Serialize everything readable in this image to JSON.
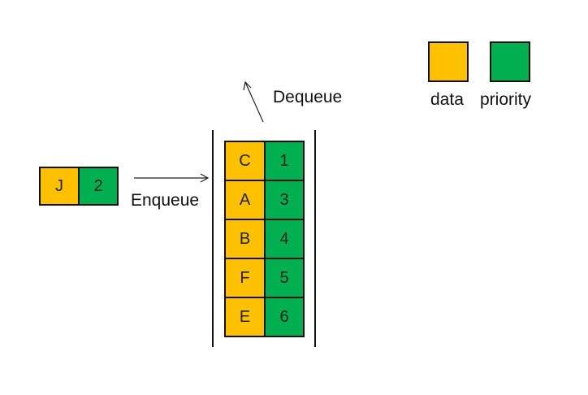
{
  "colors": {
    "data": "#FFC000",
    "priority": "#00B050",
    "stroke": "#111111"
  },
  "legend": {
    "data_label": "data",
    "priority_label": "priority"
  },
  "incoming": {
    "data": "J",
    "priority": "2"
  },
  "labels": {
    "enqueue": "Enqueue",
    "dequeue": "Dequeue"
  },
  "queue": [
    {
      "data": "C",
      "priority": "1"
    },
    {
      "data": "A",
      "priority": "3"
    },
    {
      "data": "B",
      "priority": "4"
    },
    {
      "data": "F",
      "priority": "5"
    },
    {
      "data": "E",
      "priority": "6"
    }
  ]
}
